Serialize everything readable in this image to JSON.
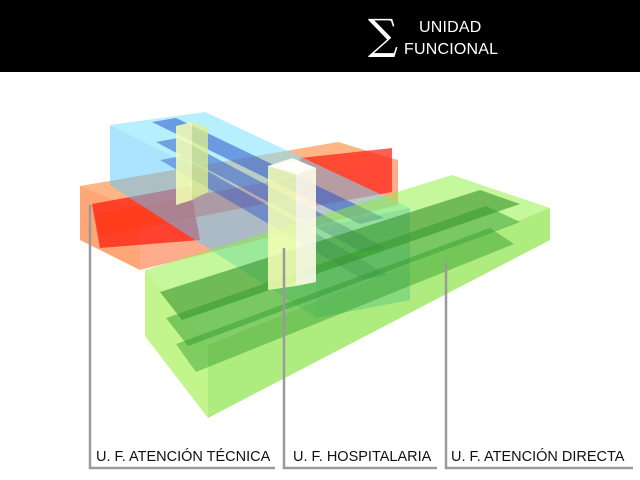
{
  "header": {
    "symbol": "∑",
    "title_line_1": "UNIDAD",
    "title_line_2": "FUNCIONAL"
  },
  "labels": {
    "tecnica": "U. F. ATENCIÓN TÉCNICA",
    "hospitalaria": "U. F. HOSPITALARIA",
    "directa": "U. F. ATENCIÓN DIRECTA"
  },
  "colors": {
    "header_bg": "#000000",
    "atencion_tecnica": "#ff6a1a",
    "atencion_tecnica_core": "#ff2a10",
    "hospitalaria": "#66d9ff",
    "hospitalaria_core": "#3a6fd8",
    "atencion_directa": "#8cf03a",
    "atencion_directa_core": "#2f9a2a",
    "vertical_cores": "#f4ffb0",
    "leader_lines": "#9a9a9a"
  }
}
